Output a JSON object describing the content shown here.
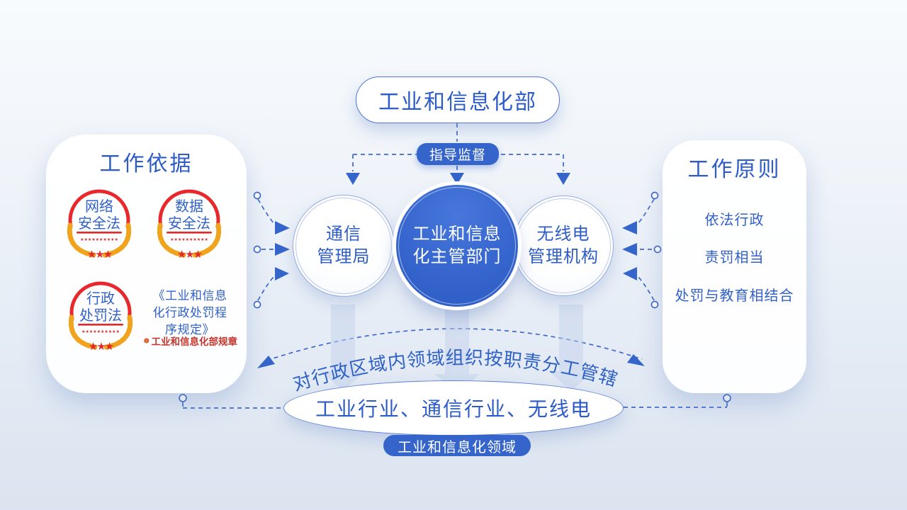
{
  "top": {
    "ministry": "工业和信息化部",
    "supervise_badge": "指导监督"
  },
  "circles": {
    "left": {
      "line1": "通信",
      "line2": "管理局"
    },
    "center": {
      "line1": "工业和信息",
      "line2": "化主管部门"
    },
    "right": {
      "line1": "无线电",
      "line2": "管理机构"
    }
  },
  "left_panel": {
    "title": "工作依据",
    "badges": [
      {
        "line1": "网络",
        "line2": "安全法",
        "stars_row": "★★★★★★★★★★",
        "stars": "★★★"
      },
      {
        "line1": "数据",
        "line2": "安全法",
        "stars_row": "★★★★★★★★★★",
        "stars": "★★★"
      },
      {
        "line1": "行政",
        "line2": "处罚法",
        "stars_row": "★★★★★★★★★★",
        "stars": "★★★"
      }
    ],
    "regulation": {
      "line1": "《工业和信息",
      "line2": "化行政处罚程",
      "line3": "序规定》",
      "tag": "工业和信息化部规章"
    }
  },
  "right_panel": {
    "title": "工作原则",
    "items": [
      "依法行政",
      "责罚相当",
      "处罚与教育相结合"
    ]
  },
  "bottom": {
    "arc_text": "对行政区域内领域组织按职责分工管辖",
    "ellipse_text": "工业行业、通信行业、无线电",
    "domain_badge": "工业和信息化领域"
  },
  "colors": {
    "accent_blue": "#3565cb",
    "text_blue": "#2d5cc7",
    "red": "#e8282c",
    "gold": "#f0a31c",
    "tag_red": "#c5362c",
    "faint_arrow": "#c3d2ec"
  }
}
